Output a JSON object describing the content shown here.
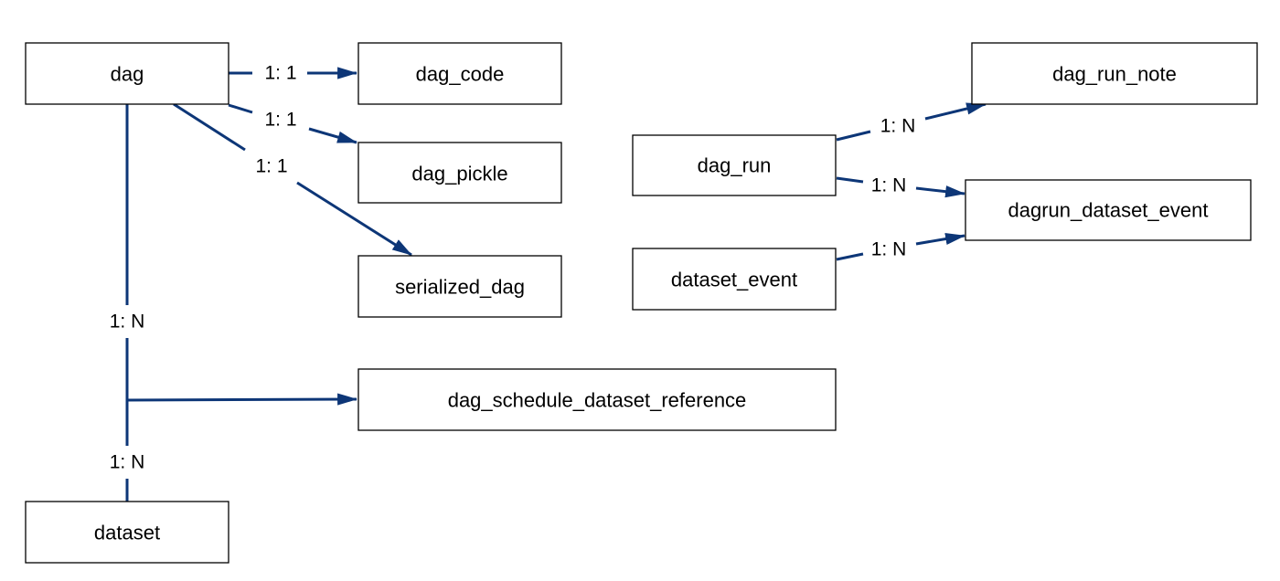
{
  "entities": {
    "dag": "dag",
    "dag_code": "dag_code",
    "dag_pickle": "dag_pickle",
    "serialized_dag": "serialized_dag",
    "dag_schedule_dataset_reference": "dag_schedule_dataset_reference",
    "dataset": "dataset",
    "dag_run": "dag_run",
    "dag_run_note": "dag_run_note",
    "dagrun_dataset_event": "dagrun_dataset_event",
    "dataset_event": "dataset_event"
  },
  "relationships": {
    "dag_to_dag_code": "1: 1",
    "dag_to_dag_pickle": "1: 1",
    "dag_to_serialized_dag": "1: 1",
    "dag_to_schedule_ref": "1: N",
    "dataset_to_schedule_ref": "1: N",
    "dag_run_to_dag_run_note": "1: N",
    "dag_run_to_dagrun_dataset_event": "1: N",
    "dataset_event_to_dagrun_dataset_event": "1: N"
  },
  "colors": {
    "connector": "#0d3677",
    "box_border": "#000000",
    "background": "#ffffff"
  }
}
